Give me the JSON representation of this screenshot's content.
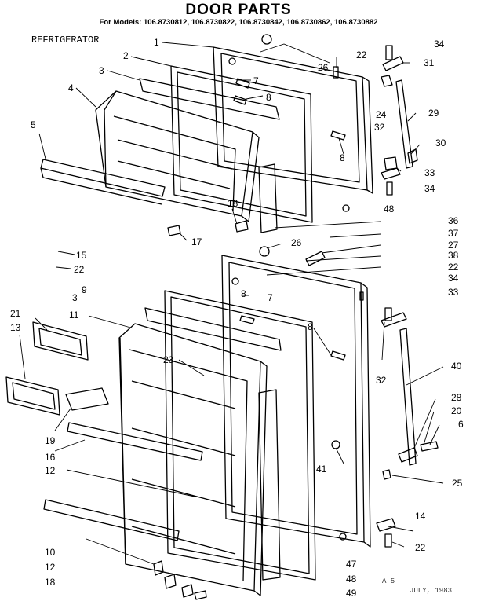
{
  "title": "DOOR PARTS",
  "models": "For Models: 106.8730812, 106.8730822, 106.8730842, 106.8730862, 106.8730882",
  "section": "REFRIGERATOR",
  "stamp_left": "A 5",
  "stamp_right": "JULY, 1983",
  "callouts": [
    "1",
    "2",
    "3",
    "4",
    "5",
    "7",
    "8",
    "8",
    "26",
    "22",
    "34",
    "31",
    "24",
    "32",
    "29",
    "30",
    "33",
    "34",
    "48",
    "18",
    "17",
    "36",
    "37",
    "27",
    "38",
    "22",
    "34",
    "33",
    "15",
    "22",
    "26",
    "8",
    "7",
    "9",
    "3",
    "21",
    "13",
    "11",
    "8",
    "23",
    "40",
    "32",
    "28",
    "20",
    "6",
    "19",
    "16",
    "12",
    "41",
    "25",
    "14",
    "22",
    "10",
    "12",
    "18",
    "47",
    "48",
    "49"
  ]
}
